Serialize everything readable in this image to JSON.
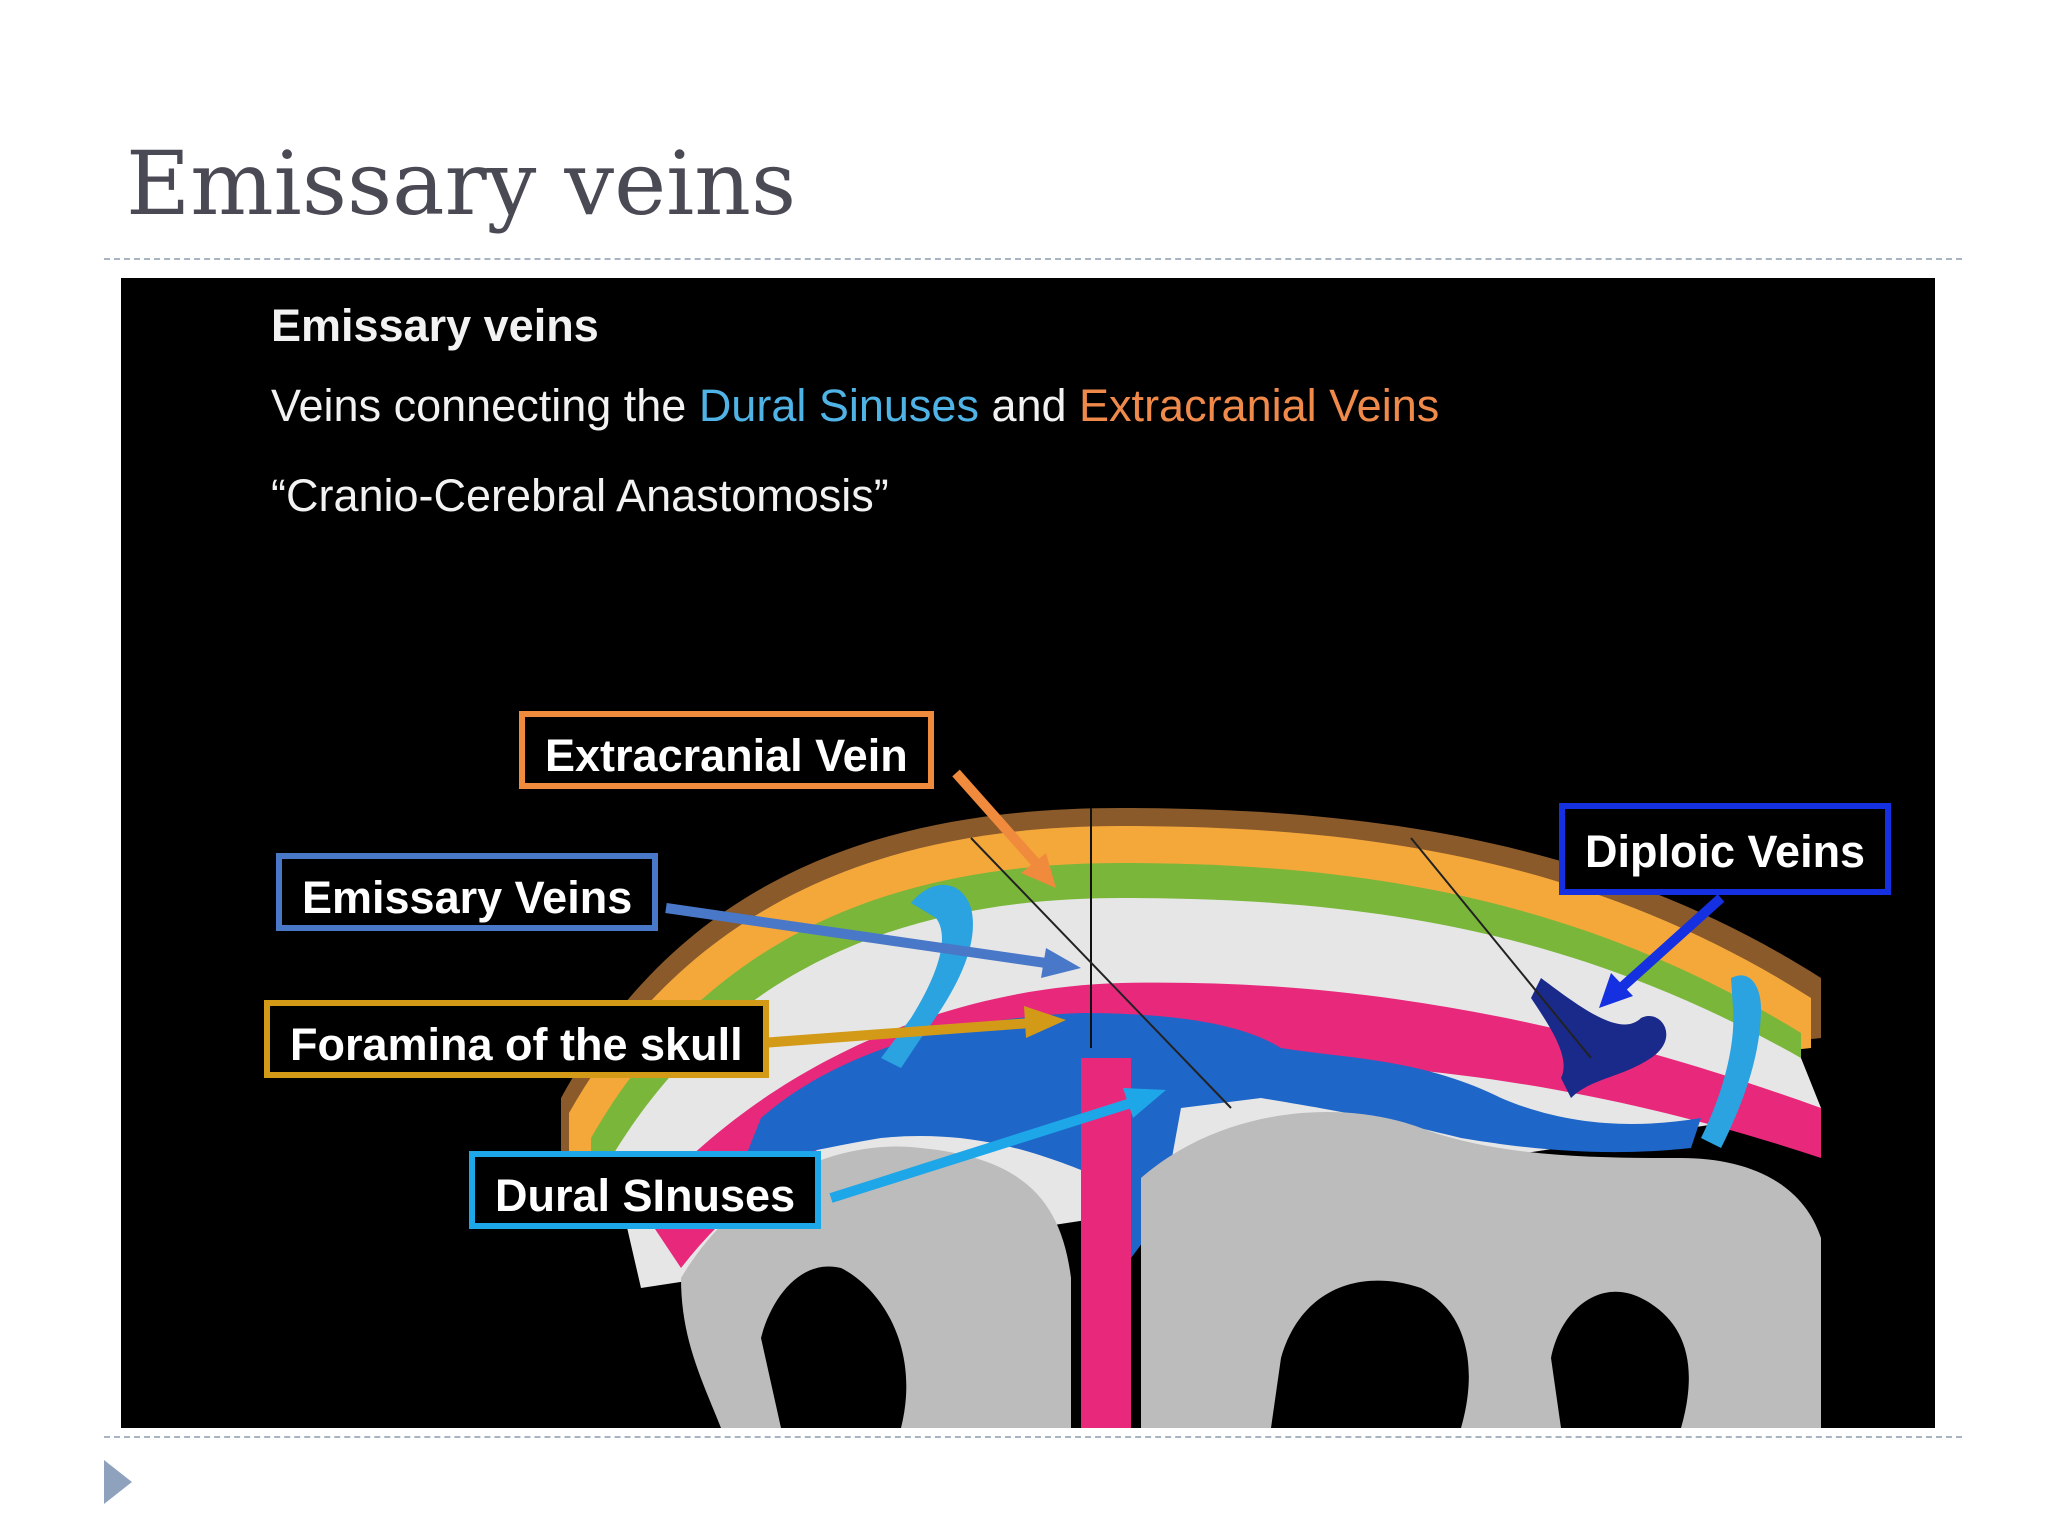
{
  "slide": {
    "title": "Emissary veins"
  },
  "panel": {
    "heading": "Emissary veins",
    "line_prefix": "Veins connecting the ",
    "line_term1": "Dural Sinuses",
    "line_join": " and ",
    "line_term2": "Extracranial Veins",
    "quote": "“Cranio-Cerebral Anastomosis”"
  },
  "labels": {
    "extracranial_vein": "Extracranial Vein",
    "emissary_veins": "Emissary Veins",
    "foramina": "Foramina of the skull",
    "dural_sinuses": "Dural SInuses",
    "diploic_veins": "Diploic Veins"
  },
  "colors": {
    "extracranial": "#f08a3c",
    "emissary": "#4a78c8",
    "foramina": "#d39a18",
    "dural": "#1ea7e8",
    "diploic": "#1530e0"
  }
}
